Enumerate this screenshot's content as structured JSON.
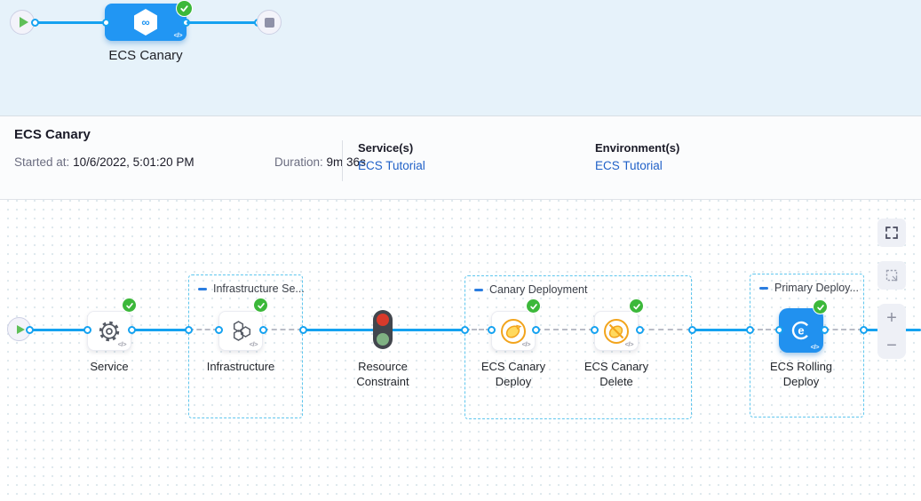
{
  "stage_graph": {
    "stage_label": "ECS Canary",
    "icon_glyph": "∞",
    "code_glyph": "</>"
  },
  "summary": {
    "title": "ECS Canary",
    "started_label": "Started at:",
    "started_value": "10/6/2022, 5:01:20 PM",
    "duration_label": "Duration:",
    "duration_value": "9m 36s",
    "services_label": "Service(s)",
    "services_value": "ECS Tutorial",
    "environments_label": "Environment(s)",
    "environments_value": "ECS Tutorial"
  },
  "pipeline": {
    "groups": [
      {
        "label": "Infrastructure Se..."
      },
      {
        "label": "Canary Deployment"
      },
      {
        "label": "Primary Deploy..."
      }
    ],
    "nodes": [
      {
        "label": "Service",
        "status": "success"
      },
      {
        "label": "Infrastructure",
        "status": "success"
      },
      {
        "label": "Resource Constraint"
      },
      {
        "label": "ECS Canary Deploy",
        "status": "success"
      },
      {
        "label": "ECS Canary Delete",
        "status": "success"
      },
      {
        "label": "ECS Rolling Deploy",
        "status": "success",
        "icon_glyph": "e"
      }
    ],
    "code_glyph": "</>"
  },
  "canvas_controls": {
    "zoom_in": "+",
    "zoom_out": "−"
  },
  "colors": {
    "accent_blue": "#2196f3",
    "connector_blue": "#15a2f0",
    "success_green": "#3cb83a",
    "link_blue": "#2262c8",
    "group_border": "#5ec6ee",
    "canary_orange": "#f2a41c"
  }
}
